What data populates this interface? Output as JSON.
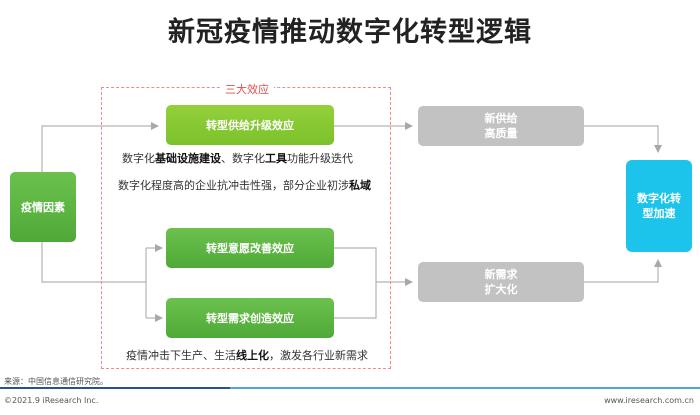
{
  "title": "新冠疫情推动数字化转型逻辑",
  "dashed_label": "三大效应",
  "nodes": {
    "epidemic": "疫情因素",
    "effect1": "转型供给升级效应",
    "effect2": "转型意愿改善效应",
    "effect3": "转型需求创造效应",
    "supply": [
      "新供给",
      "高质量"
    ],
    "demand": [
      "新需求",
      "扩大化"
    ],
    "accel": [
      "数字化转",
      "型加速"
    ]
  },
  "desc1": {
    "p1": "数字化",
    "b1": "基础设施建设",
    "p2": "、数字化",
    "b2": "工具",
    "p3": "功能升级迭代"
  },
  "desc2": {
    "p1": "数字化程度高的企业抗冲击性强，部分企业初涉",
    "b1": "私域"
  },
  "desc3": {
    "p1": "疫情冲击下生产、生活",
    "b1": "线上化",
    "p2": "，激发各行业新需求"
  },
  "source": "来源：中国信息通信研究院。",
  "copyright": "©2021.9 iResearch Inc.",
  "website": "www.iresearch.com.cn",
  "colors": {
    "green_light": "#8acb33",
    "green_dark": "#5cb544",
    "gray": "#c2c2c2",
    "cyan": "#1cc4ec",
    "dashed_border": "#ef8a8a",
    "dashed_label": "#e0504c",
    "connector": "#b3b3b3"
  }
}
